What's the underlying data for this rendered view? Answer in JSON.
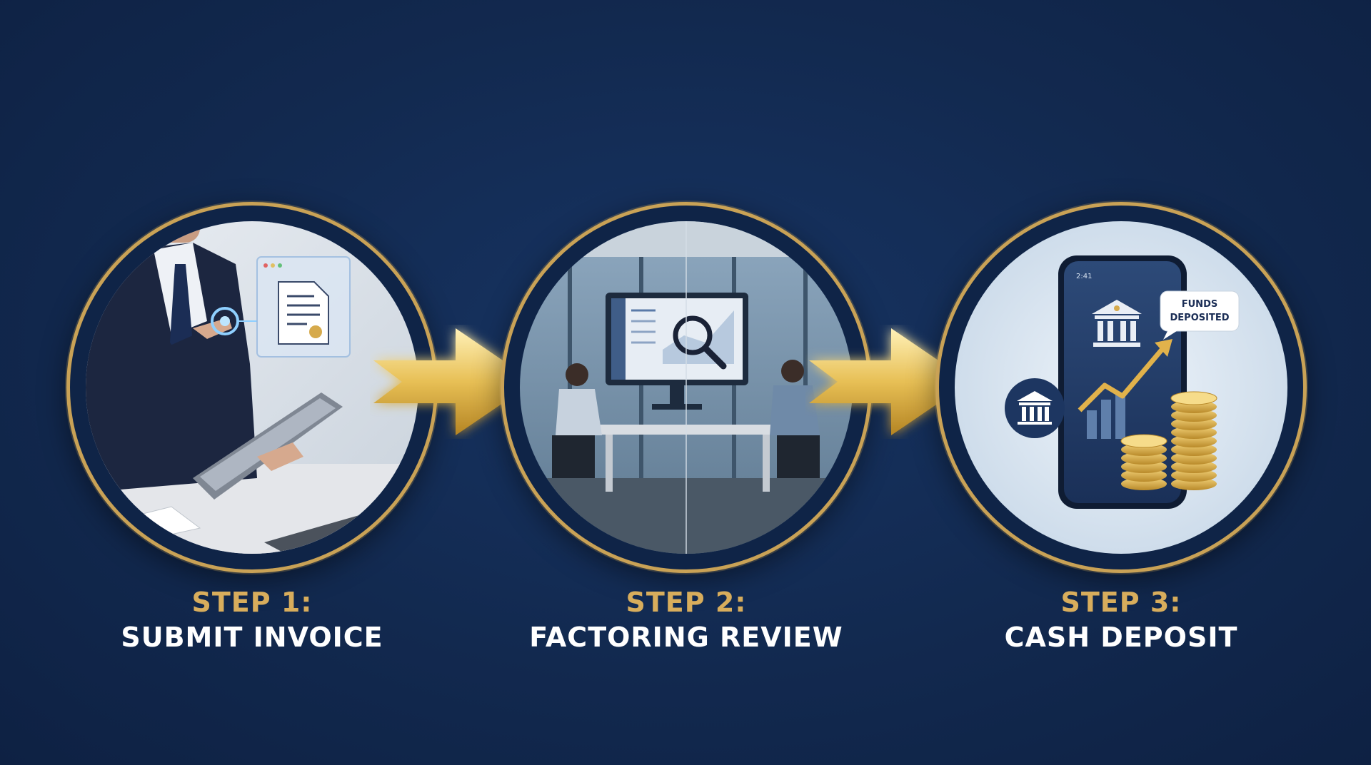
{
  "steps": [
    {
      "number_label": "STEP 1:",
      "title": "SUBMIT INVOICE",
      "image": "person-submitting-invoice-on-tablet"
    },
    {
      "number_label": "STEP 2:",
      "title": "FACTORING REVIEW",
      "image": "office-review-with-magnifier-monitor"
    },
    {
      "number_label": "STEP 3:",
      "title": "CASH DEPOSIT",
      "image": "phone-bank-coins-growth"
    }
  ],
  "deposit_badge": {
    "line1": "FUNDS",
    "line2": "DEPOSITED"
  },
  "phone_status_time": "2:41",
  "colors": {
    "background": "#12294f",
    "gold": "#c9a256",
    "gold_text": "#d8ad5c",
    "title_text": "#ffffff"
  },
  "icons": [
    "document-icon",
    "bank-icon",
    "magnifier-icon",
    "growth-arrow-icon",
    "coins-icon",
    "arrow-right-icon"
  ]
}
